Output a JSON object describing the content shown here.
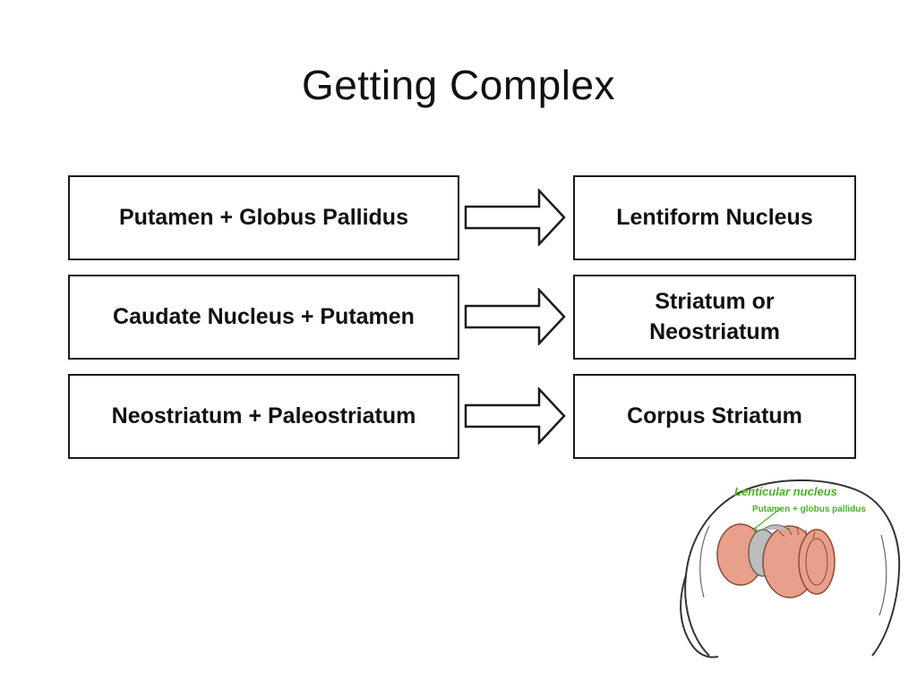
{
  "title": "Getting Complex",
  "rows": [
    {
      "left": "Putamen + Globus Pallidus",
      "right": "Lentiform Nucleus"
    },
    {
      "left": "Caudate Nucleus + Putamen",
      "right": "Striatum or Neostriatum"
    },
    {
      "left": "Neostriatum + Paleostriatum",
      "right": "Corpus Striatum"
    }
  ],
  "illustration": {
    "label_title": "Lenticular nucleus",
    "label_sub": "Putamen + globus pallidus",
    "label_color": "#4caf2a"
  }
}
